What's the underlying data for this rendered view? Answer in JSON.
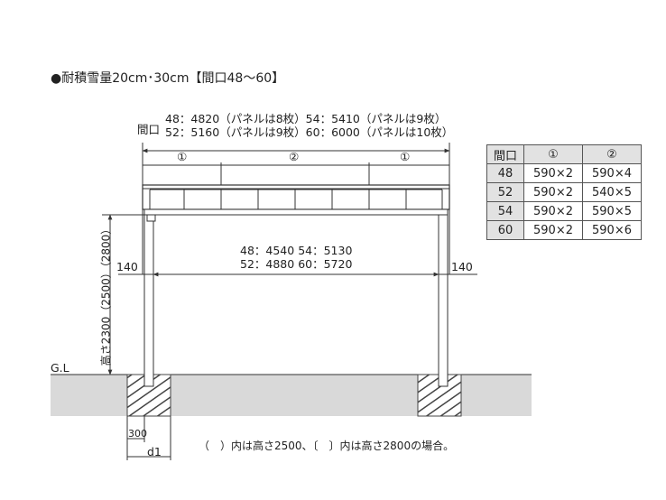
{
  "title": "●耐積雪量20cm･30cm【間口48～60】",
  "top_dims": {
    "label": "間口",
    "line1": "48：4820（パネルは8枚）54：5410（パネルは9枚）",
    "line2": "52：5160（パネルは9枚）60：6000（パネルは10枚）"
  },
  "segments": {
    "left": "①",
    "middle": "②",
    "right": "①"
  },
  "inner_dims": {
    "line1": "48：4540  54：5130",
    "line2": "52：4880  60：5720"
  },
  "side_offsets": {
    "left": "140",
    "right": "140"
  },
  "height_label": "高さ2300（2500）（2800）",
  "ground_label": "G.L",
  "foundation": {
    "width": "300",
    "depth": "d1"
  },
  "footnote": "（　）内は高さ2500、〔　〕内は高さ2800の場合。",
  "table": {
    "headers": [
      "間口",
      "①",
      "②"
    ],
    "rows": [
      [
        "48",
        "590×2",
        "590×4"
      ],
      [
        "52",
        "590×2",
        "540×5"
      ],
      [
        "54",
        "590×2",
        "590×5"
      ],
      [
        "60",
        "590×2",
        "590×6"
      ]
    ]
  },
  "colors": {
    "line": "#333333",
    "ground": "#d9d9d9"
  }
}
